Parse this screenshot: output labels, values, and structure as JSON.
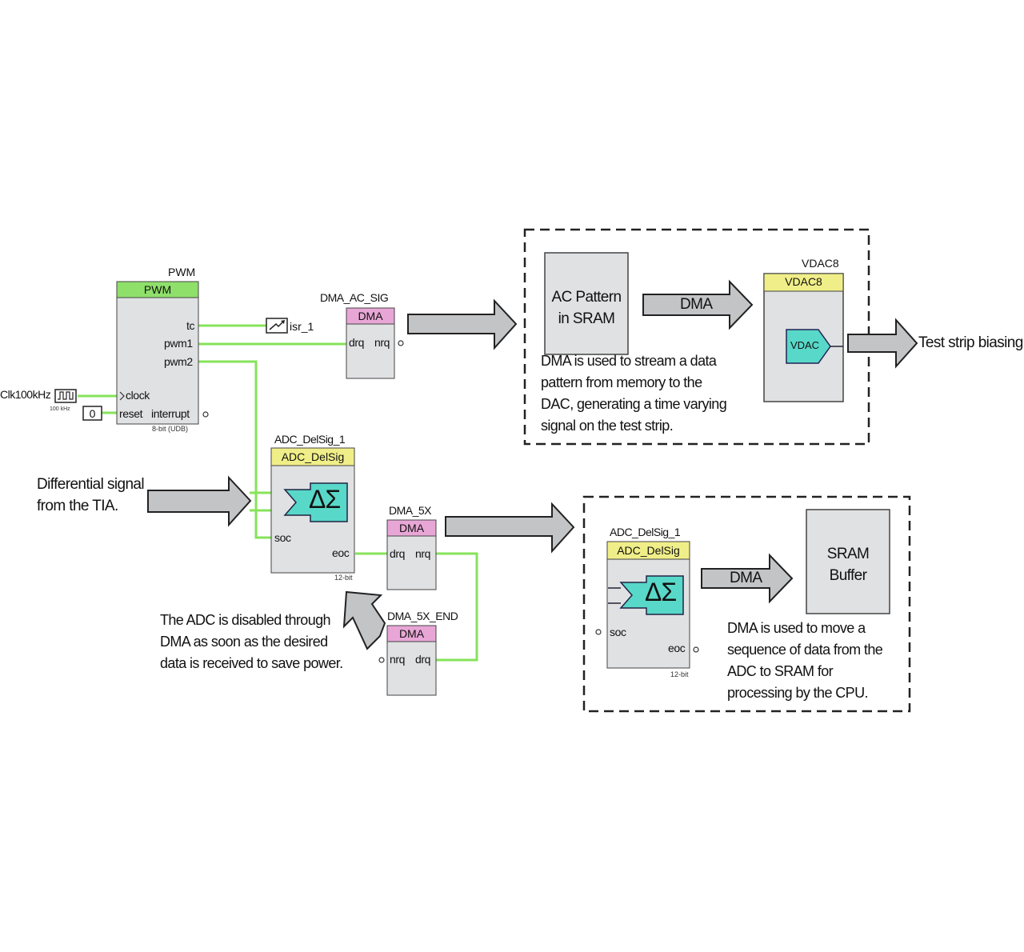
{
  "colors": {
    "block_fill": "#dfe1e3",
    "pwm_header": "#8fe06a",
    "dma_header": "#e8a6d6",
    "adc_header": "#f0ee88",
    "wire": "#86e35a",
    "analog_block": "#58d8c8",
    "arrow_fill": "#c2c4c6"
  },
  "pwm": {
    "instance": "PWM",
    "header": "PWM",
    "pins": {
      "tc": "tc",
      "pwm1": "pwm1",
      "pwm2": "pwm2",
      "clock": "clock",
      "reset": "reset",
      "interrupt": "interrupt"
    },
    "footer": "8-bit (UDB)"
  },
  "clock": {
    "label": "Clk100kHz",
    "sublabel": "100 kHz",
    "icon": "clock-wave-icon"
  },
  "reset_const": "0",
  "isr": {
    "label": "isr_1",
    "icon": "interrupt-icon"
  },
  "dma_ac_sig": {
    "instance": "DMA_AC_SIG",
    "header": "DMA",
    "pins": {
      "drq": "drq",
      "nrq": "nrq"
    }
  },
  "ac_pattern": {
    "line1": "AC Pattern",
    "line2": "in SRAM"
  },
  "arrow_dma_top": "DMA",
  "vdac": {
    "instance": "VDAC8",
    "header": "VDAC8",
    "inner": "VDAC"
  },
  "test_strip": "Test strip biasing",
  "note_top": [
    "DMA is used to stream a data",
    "pattern from memory to the",
    "DAC, generating a time varying",
    "signal on the test strip."
  ],
  "adc_left": {
    "instance": "ADC_DelSig_1",
    "header": "ADC_DelSig",
    "symbol": "ΔΣ",
    "pins": {
      "soc": "soc",
      "eoc": "eoc"
    },
    "footer": "12-bit"
  },
  "diff_signal": [
    "Differential signal",
    "from the TIA."
  ],
  "dma_5x": {
    "instance": "DMA_5X",
    "header": "DMA",
    "pins": {
      "drq": "drq",
      "nrq": "nrq"
    }
  },
  "dma_5x_end": {
    "instance": "DMA_5X_END",
    "header": "DMA",
    "pins": {
      "nrq": "nrq",
      "drq": "drq"
    }
  },
  "note_adc": [
    "The ADC is disabled through",
    "DMA as soon as the desired",
    "data is received to save power."
  ],
  "adc_right": {
    "instance": "ADC_DelSig_1",
    "header": "ADC_DelSig",
    "symbol": "ΔΣ",
    "pins": {
      "soc": "soc",
      "eoc": "eoc"
    },
    "footer": "12-bit"
  },
  "arrow_dma_bottom": "DMA",
  "sram_buffer": {
    "line1": "SRAM",
    "line2": "Buffer"
  },
  "note_bottom": [
    "DMA is used to move a",
    "sequence of data from the",
    "ADC to SRAM for",
    "processing by the CPU."
  ]
}
